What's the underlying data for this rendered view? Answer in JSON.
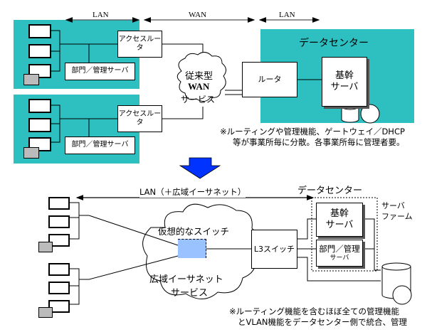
{
  "top": {
    "ranges": [
      {
        "label": "LAN"
      },
      {
        "label": "WAN"
      },
      {
        "label": "LAN"
      }
    ],
    "site1": {
      "router": "アクセスルータ",
      "server": "部門／管理サーバ"
    },
    "site2": {
      "router": "アクセスルータ",
      "server": "部門／管理サーバ"
    },
    "cloud": {
      "line1": "従来型",
      "line2": "WAN",
      "line3": "サービス"
    },
    "dc_router": "ルータ",
    "datacenter": {
      "title": "データセンター",
      "core_server_line1": "基幹",
      "core_server_line2": "サーバ"
    },
    "note_line1": "※ルーティングや管理機能、ゲートウェイ／DHCP",
    "note_line2": "等が事業所毎に分散。各事業所毎に管理者要。"
  },
  "transition_arrow": {
    "color": "#0033ff"
  },
  "bottom": {
    "range_label": "LAN（＋広域イーサネット）",
    "cloud": {
      "switch_label": "仮想的なスイッチ",
      "line1": "広域イーサネット",
      "line2": "サービス"
    },
    "l3_switch": "L3スイッチ",
    "datacenter": {
      "title": "データセンター",
      "server_farm_line1": "サーバ",
      "server_farm_line2": "ファーム",
      "core_server_line1": "基幹",
      "core_server_line2": "サーバ",
      "dept_server_line1": "部門／管理",
      "dept_server_line2": "サーバ"
    },
    "note_line1": "※ルーティング機能を含むほぼ全ての管理機能",
    "note_line2": "とVLAN機能をデータセンター側で統合、管理"
  },
  "colors": {
    "site_bg": "#2ebfc0",
    "virtual_switch": "#99c2ff"
  }
}
